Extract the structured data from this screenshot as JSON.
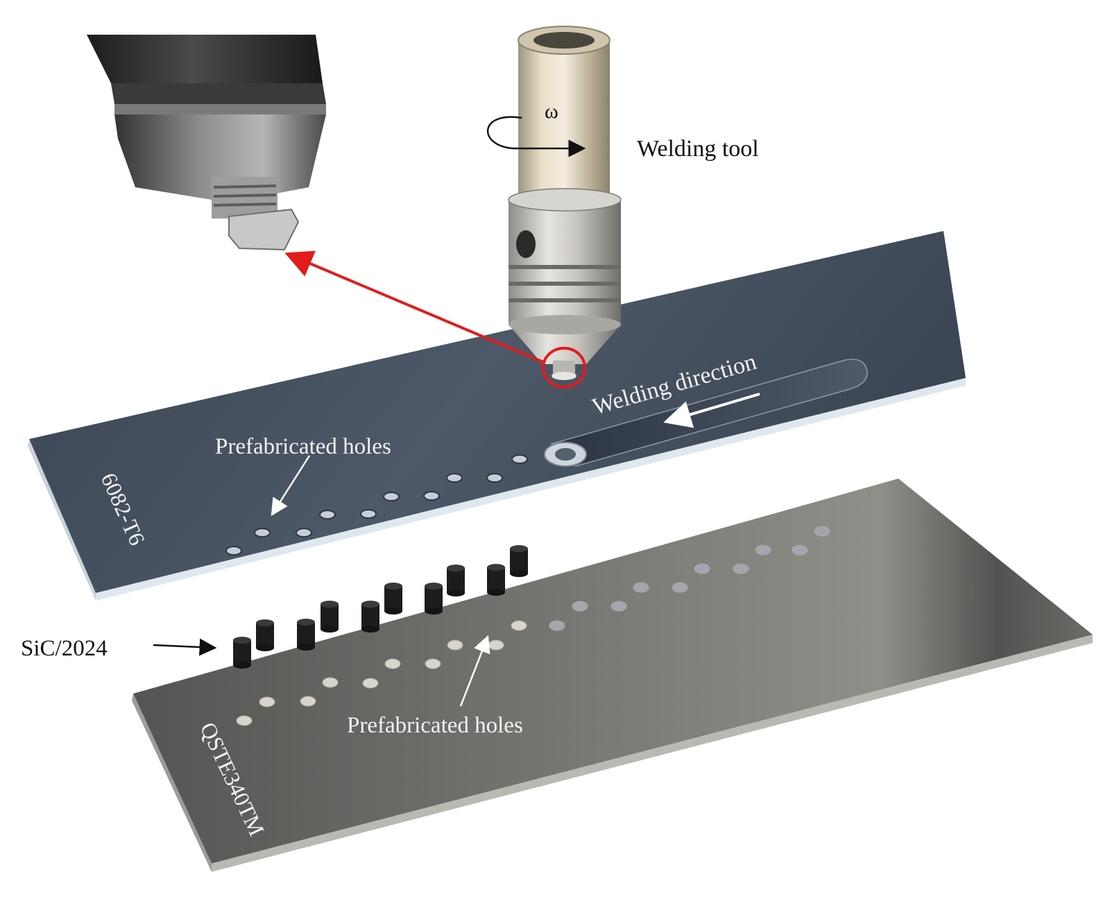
{
  "labels": {
    "omega": "ω",
    "welding_tool": "Welding tool",
    "welding_direction": "Welding direction",
    "top_plate_holes": "Prefabricated holes",
    "top_plate_material": "6082-T6",
    "reinforcement": "SiC/2024",
    "bottom_plate_holes": "Prefabricated holes",
    "bottom_plate_material": "QSTE340TM"
  },
  "colors": {
    "top_plate": "#3f4a57",
    "bottom_plate": "#6e6e6a",
    "tool_body": "#d9cfb2",
    "callout_red": "#e21b1b",
    "cylinders": "#1c1c1c"
  }
}
